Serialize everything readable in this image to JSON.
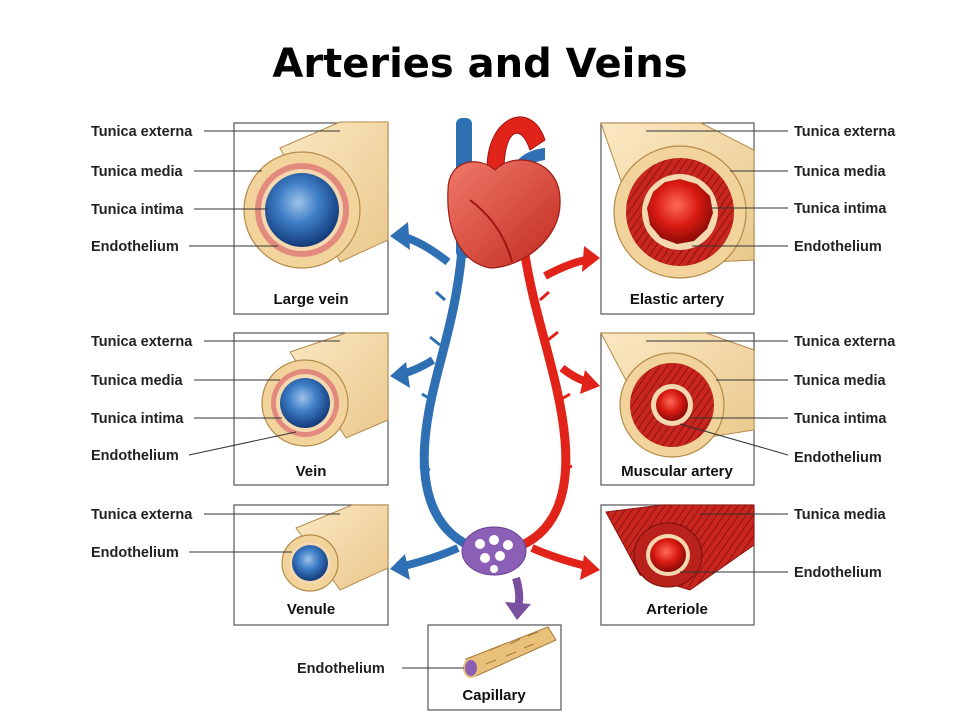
{
  "title": "Arteries and Veins",
  "panels": {
    "large_vein": {
      "caption": "Large vein",
      "labels": [
        "Tunica externa",
        "Tunica media",
        "Tunica intima",
        "Endothelium"
      ]
    },
    "vein": {
      "caption": "Vein",
      "labels": [
        "Tunica externa",
        "Tunica media",
        "Tunica intima",
        "Endothelium"
      ]
    },
    "venule": {
      "caption": "Venule",
      "labels": [
        "Tunica externa",
        "Endothelium"
      ]
    },
    "elastic_artery": {
      "caption": "Elastic artery",
      "labels": [
        "Tunica externa",
        "Tunica media",
        "Tunica intima",
        "Endothelium"
      ]
    },
    "muscular_artery": {
      "caption": "Muscular artery",
      "labels": [
        "Tunica externa",
        "Tunica media",
        "Tunica intima",
        "Endothelium"
      ]
    },
    "arteriole": {
      "caption": "Arteriole",
      "labels": [
        "Tunica media",
        "Endothelium"
      ]
    },
    "capillary": {
      "caption": "Capillary",
      "labels": [
        "Endothelium"
      ]
    }
  },
  "colors": {
    "vein_blue": "#2f6fb3",
    "artery_red": "#e2231a",
    "capillary_purple": "#7b4fa0",
    "tunica_externa": "#f3d9a6",
    "tunica_media": "#d9534f"
  }
}
